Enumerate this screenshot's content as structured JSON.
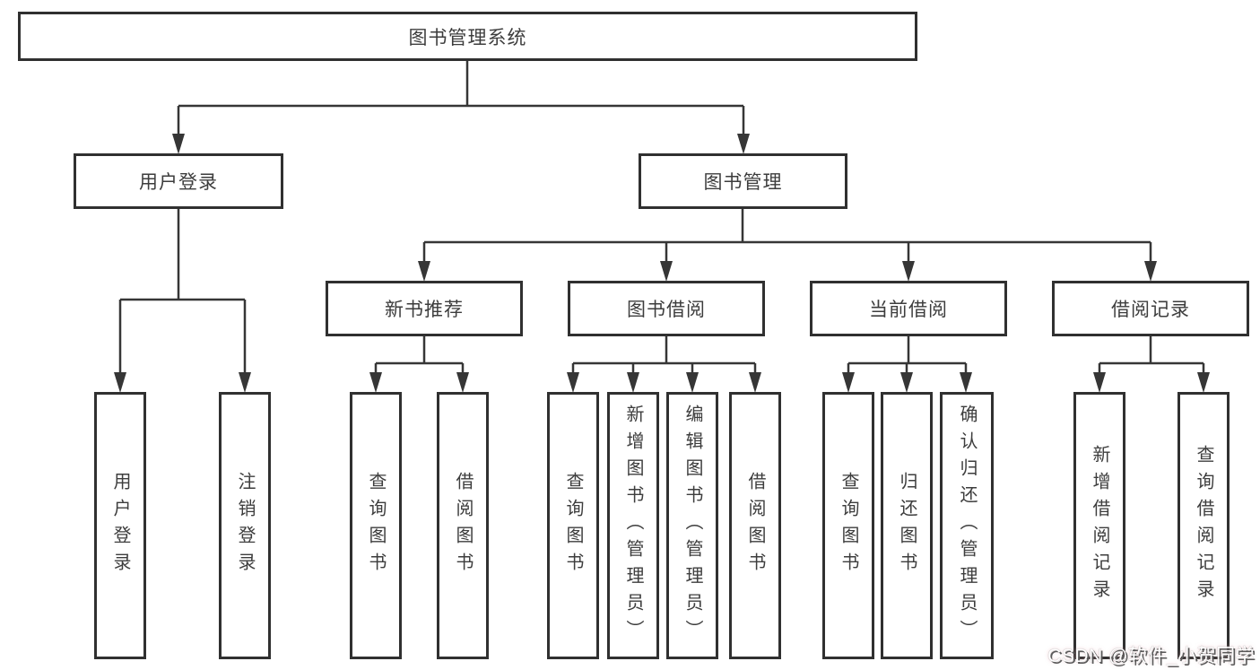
{
  "diagram_title": "图书管理系统",
  "nodes": {
    "root": "图书管理系统",
    "l2_user_login": "用户登录",
    "l2_book_mgmt": "图书管理",
    "l3_new_book_rec": "新书推荐",
    "l3_book_borrow": "图书借阅",
    "l3_current_borrow": "当前借阅",
    "l3_borrow_record": "借阅记录",
    "leaf_user_login": "用户登录",
    "leaf_logout": "注销登录",
    "leaf_query_book_rec": "查询图书",
    "leaf_borrow_book_rec": "借阅图书",
    "leaf_query_book_borrow": "查询图书",
    "leaf_add_book_admin": "新增图书（管理员）",
    "leaf_edit_book_admin": "编辑图书（管理员）",
    "leaf_borrow_book_borrow": "借阅图书",
    "leaf_query_book_current": "查询图书",
    "leaf_return_book": "归还图书",
    "leaf_confirm_return_admin": "确认归还（管理员）",
    "leaf_add_borrow_record": "新增借阅记录",
    "leaf_query_borrow_record": "查询借阅记录"
  },
  "colors": {
    "line": "#363636",
    "box_border": "#303030",
    "text": "#3d3d3d",
    "background": "#ffffff",
    "watermark_text": "#ffffff",
    "watermark_shadow": "#5a5a5a"
  },
  "watermark": "CSDN @软件_小贺同学"
}
